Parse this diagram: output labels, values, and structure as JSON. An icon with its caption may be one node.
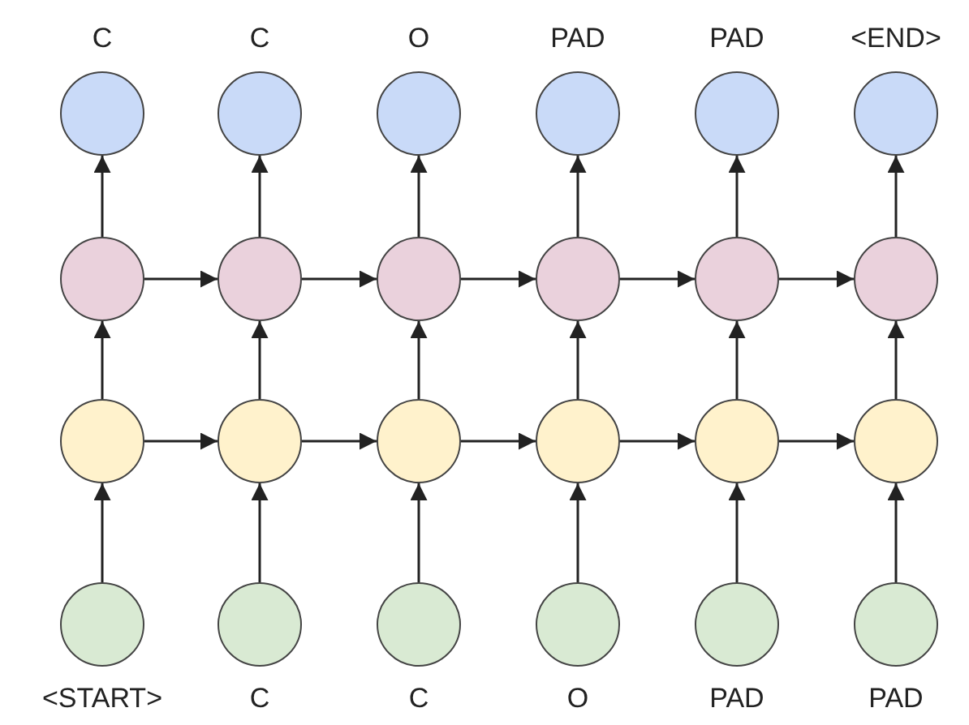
{
  "diagram": {
    "nodes": [
      {
        "text": [
          "C"
        ]
      },
      {
        "text": [
          "C"
        ]
      },
      {
        "text": [
          "O"
        ]
      },
      {
        "text": [
          "PAD"
        ]
      },
      {
        "text": [
          "PAD"
        ]
      },
      {
        "text": [
          "<END>"
        ]
      },
      {
        "text": [],
        "shape": "circle"
      },
      {
        "text": [],
        "shape": "circle"
      },
      {
        "text": [],
        "shape": "circle"
      },
      {
        "text": [],
        "shape": "circle"
      },
      {
        "text": [],
        "shape": "circle"
      },
      {
        "text": [],
        "shape": "circle"
      },
      {
        "text": [],
        "shape": "circle"
      },
      {
        "text": [],
        "shape": "circle"
      },
      {
        "text": [],
        "shape": "circle"
      },
      {
        "text": [],
        "shape": "circle"
      },
      {
        "text": [],
        "shape": "circle"
      },
      {
        "text": [],
        "shape": "circle"
      },
      {
        "text": [
          "<START>"
        ]
      },
      {
        "text": [
          "C"
        ]
      },
      {
        "text": [
          "C"
        ]
      },
      {
        "text": [
          "O"
        ]
      },
      {
        "text": [
          "PAD"
        ]
      },
      {
        "text": [
          "PAD"
        ]
      }
    ],
    "edges": [
      {
        "from": 18,
        "to": 12,
        "arrow": "to"
      },
      {
        "from": 19,
        "to": 13,
        "arrow": "to"
      },
      {
        "from": 20,
        "to": 14,
        "arrow": "to"
      },
      {
        "from": 21,
        "to": 15,
        "arrow": "to"
      },
      {
        "from": 22,
        "to": 16,
        "arrow": "to"
      },
      {
        "from": 23,
        "to": 17,
        "arrow": "to"
      },
      {
        "from": 12,
        "to": 6,
        "arrow": "to"
      },
      {
        "from": 13,
        "to": 7,
        "arrow": "to"
      },
      {
        "from": 14,
        "to": 8,
        "arrow": "to"
      },
      {
        "from": 15,
        "to": 9,
        "arrow": "to"
      },
      {
        "from": 16,
        "to": 10,
        "arrow": "to"
      },
      {
        "from": 17,
        "to": 11,
        "arrow": "to"
      },
      {
        "from": 6,
        "to": 0,
        "arrow": "to"
      },
      {
        "from": 7,
        "to": 1,
        "arrow": "to"
      },
      {
        "from": 8,
        "to": 2,
        "arrow": "to"
      },
      {
        "from": 9,
        "to": 3,
        "arrow": "to"
      },
      {
        "from": 10,
        "to": 4,
        "arrow": "to"
      },
      {
        "from": 11,
        "to": 5,
        "arrow": "to"
      },
      {
        "from": 12,
        "to": 13,
        "arrow": "to"
      },
      {
        "from": 13,
        "to": 14,
        "arrow": "to"
      },
      {
        "from": 14,
        "to": 15,
        "arrow": "to"
      },
      {
        "from": 15,
        "to": 16,
        "arrow": "to"
      },
      {
        "from": 16,
        "to": 17,
        "arrow": "to"
      },
      {
        "from": 6,
        "to": 7,
        "arrow": "to"
      },
      {
        "from": 7,
        "to": 8,
        "arrow": "to"
      },
      {
        "from": 8,
        "to": 9,
        "arrow": "to"
      },
      {
        "from": 9,
        "to": 10,
        "arrow": "to"
      },
      {
        "from": 10,
        "to": 11,
        "arrow": "to"
      }
    ]
  }
}
